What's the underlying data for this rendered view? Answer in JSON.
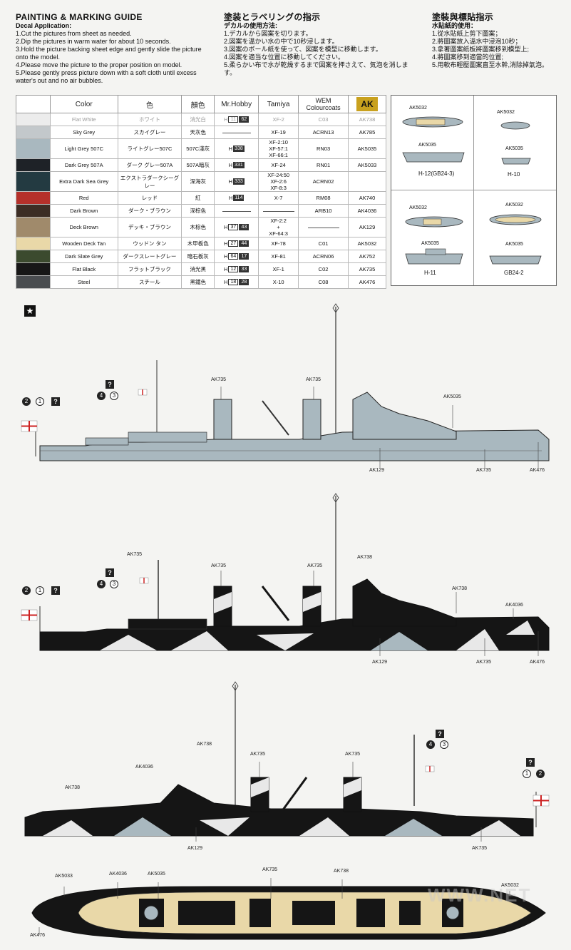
{
  "instructions": {
    "en": {
      "title": "PAINTING & MARKING GUIDE",
      "subtitle": "Decal Application:",
      "steps": [
        "1.Cut the pictures from sheet as needed.",
        "2.Dip the pictures in warm water for about  10 seconds.",
        "3.Hold the picture backing sheet edge and gently slide the picture onto the model.",
        "4.Please move the picture to the proper position on model.",
        "5.Please gently press picture down with a soft cloth until excess water's out and no air bubbles."
      ]
    },
    "jp": {
      "title": "塗装とラベリングの指示",
      "subtitle": "デカルの使用方法:",
      "steps": [
        "1.デカルから図案を切ります。",
        "2.図案を温かい水の中で10秒浸します。",
        "3.図案のボール紙を使って、図案を模型に移動します。",
        "4.図案を適当な位置に移動してください。",
        "5.柔らかい布で水が乾燥するまで図案を押さえて、気泡を消します。"
      ]
    },
    "cn": {
      "title": "塗裝與標貼指示",
      "subtitle": "水貼紙的使用：",
      "steps": [
        "1.從水貼紙上剪下圖案；",
        "2.將圖案放入溫水中浸泡10秒；",
        "3.拿著圖案紙板將圖案移到模型上;",
        "4.將圖案移到適當的位置;",
        "5.用軟布輕壓圖案直至水幹,消除掉氣泡。"
      ]
    }
  },
  "color_table": {
    "headers": {
      "color": "Color",
      "jp": "色",
      "cn": "顏色",
      "mrhobby": "Mr.Hobby",
      "tamiya": "Tamiya",
      "wem": "WEM Colourcoats",
      "ak_logo": "AK"
    },
    "rows": [
      {
        "swatch": "#ececec",
        "en": "Flat White",
        "jp": "ホワイト",
        "cn": "消光白",
        "mh": [
          "11",
          "62"
        ],
        "mh_dark": [
          false,
          true
        ],
        "tamiya": "XF-2",
        "wem": "C03",
        "ak": "AK738",
        "faded": true
      },
      {
        "swatch": "#c3c8cb",
        "en": "Sky Grey",
        "jp": "スカイグレー",
        "cn": "天灰色",
        "mh": [],
        "tamiya": "XF-19",
        "wem": "ACRN13",
        "ak": "AK785"
      },
      {
        "swatch": "#a9b8bf",
        "en": "Light Grey 507C",
        "jp": "ライトグレー507C",
        "cn": "507C淺灰",
        "mh": [
          "338"
        ],
        "mh_dark": [
          true
        ],
        "tamiya": "XF-2:10\nXF-57:1\nXF-66:1",
        "wem": "RN03",
        "ak": "AK5035",
        "tall": true
      },
      {
        "swatch": "#1e2227",
        "en": "Dark Grey 507A",
        "jp": "ダーク グレー507A",
        "cn": "507A暗灰",
        "mh": [
          "331"
        ],
        "mh_dark": [
          true
        ],
        "tamiya": "XF-24",
        "wem": "RN01",
        "ak": "AK5033"
      },
      {
        "swatch": "#233a41",
        "en": "Extra Dark Sea Grey",
        "jp": "エクストラダークシーグレー",
        "cn": "深海灰",
        "mh": [
          "333"
        ],
        "mh_dark": [
          true
        ],
        "tamiya": "XF-24:50\nXF-2:6\nXF-8:3",
        "wem": "ACRN02",
        "ak": "",
        "tall": true
      },
      {
        "swatch": "#b5302a",
        "en": "Red",
        "jp": "レッド",
        "cn": "紅",
        "mh": [
          "114"
        ],
        "mh_dark": [
          true
        ],
        "tamiya": "X-7",
        "wem": "RM08",
        "ak": "AK740"
      },
      {
        "swatch": "#3c2d24",
        "en": "Dark Brown",
        "jp": "ダーク・ブラウン",
        "cn": "深棕色",
        "mh": [],
        "tamiya": "",
        "wem": "ARB10",
        "ak": "AK4036"
      },
      {
        "swatch": "#a08a6b",
        "en": "Deck Brown",
        "jp": "デッキ・ブラウン",
        "cn": "木棕色",
        "mh": [
          "37",
          "43"
        ],
        "mh_dark": [
          false,
          true
        ],
        "tamiya": "XF-2:2\n+\nXF-64:3",
        "wem": "",
        "ak": "AK129",
        "tall": true
      },
      {
        "swatch": "#e9d8a8",
        "en": "Wooden Deck Tan",
        "jp": "ウッドン タン",
        "cn": "木甲板色",
        "mh": [
          "27",
          "44"
        ],
        "mh_dark": [
          false,
          true
        ],
        "tamiya": "XF-78",
        "wem": "C01",
        "ak": "AK5032"
      },
      {
        "swatch": "#3b4a2e",
        "en": "Dark Slate Grey",
        "jp": "ダークスレートグレー",
        "cn": "暗石板灰",
        "mh": [
          "64",
          "17"
        ],
        "mh_dark": [
          false,
          true
        ],
        "tamiya": "XF-81",
        "wem": "ACRN06",
        "ak": "AK752"
      },
      {
        "swatch": "#171717",
        "en": "Flat Black",
        "jp": "フラットブラック",
        "cn": "消光黑",
        "mh": [
          "12",
          "33"
        ],
        "mh_dark": [
          false,
          true
        ],
        "tamiya": "XF-1",
        "wem": "C02",
        "ak": "AK735"
      },
      {
        "swatch": "#4a4d50",
        "en": "Steel",
        "jp": "スチール",
        "cn": "黑鐵色",
        "mh": [
          "18",
          "28"
        ],
        "mh_dark": [
          false,
          true
        ],
        "tamiya": "X-10",
        "wem": "C08",
        "ak": "AK476"
      }
    ]
  },
  "boats": [
    {
      "top_label": "AK5032",
      "bottom_label": "AK5035",
      "name": "H-12(GB24-3)"
    },
    {
      "top_label": "AK5032",
      "bottom_label": "AK5035",
      "name": "H-10"
    },
    {
      "top_label": "AK5032",
      "bottom_label": "AK5035",
      "name": "H-11"
    },
    {
      "top_label": "AK5032",
      "bottom_label": "AK5035",
      "name": "GB24-2"
    }
  ],
  "profile1": {
    "star": "★",
    "callouts": {
      "funnel_a": "AK735",
      "funnel_b": "AK735",
      "bridge": "AK5035",
      "hull_a": "AK129",
      "hull_b": "AK735",
      "bow": "AK476"
    },
    "badges": {
      "q1": "?",
      "n4": "4",
      "c3": "3",
      "n2": "2",
      "c1": "1",
      "q2": "?"
    }
  },
  "profile2": {
    "callouts": {
      "mast": "AK735",
      "mast2": "AK738",
      "funnel_a": "AK735",
      "funnel_b": "AK735",
      "mid": "AK738",
      "bow_up": "AK4036",
      "hull_a": "AK129",
      "hull_b": "AK735",
      "bow": "AK476"
    },
    "badges": {
      "q1": "?",
      "n4": "4",
      "c3": "3",
      "n2": "2",
      "c1": "1",
      "q2": "?"
    }
  },
  "profile3": {
    "callouts": {
      "mast": "AK738",
      "aft": "AK4036",
      "stern": "AK738",
      "funnel_a": "AK735",
      "funnel_b": "AK735",
      "hull_a": "AK129",
      "hull_b": "AK735"
    },
    "badges": {
      "q1": "?",
      "n4": "4",
      "c3": "3",
      "q2": "?",
      "c1": "1",
      "n2": "2"
    }
  },
  "deck_plan": {
    "callouts": {
      "stern_top": "AK5033",
      "aft_gun": "AK4036",
      "aft_mid": "AK5035",
      "mid": "AK735",
      "fwd": "AK738",
      "bow": "AK5032",
      "stern": "AK476"
    }
  },
  "watermark": "WWW.NET"
}
